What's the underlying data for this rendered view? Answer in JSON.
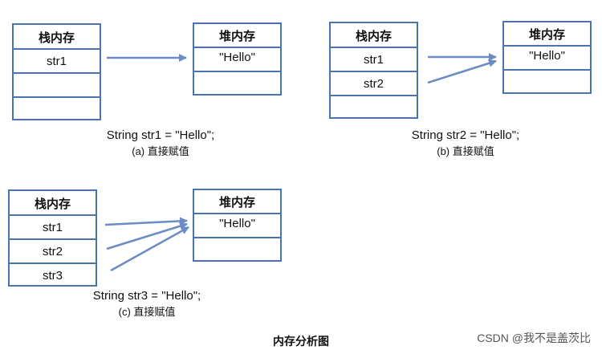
{
  "diagram_a": {
    "stack_title": "栈内存",
    "stack_cells": [
      "str1",
      "",
      ""
    ],
    "heap_title": "堆内存",
    "heap_cells": [
      "\"Hello\"",
      ""
    ],
    "code": "String str1 = \"Hello\";",
    "label": "(a) 直接赋值"
  },
  "diagram_b": {
    "stack_title": "栈内存",
    "stack_cells": [
      "str1",
      "str2",
      ""
    ],
    "heap_title": "堆内存",
    "heap_cells": [
      "\"Hello\"",
      ""
    ],
    "code": "String str2 = \"Hello\";",
    "label": "(b) 直接赋值"
  },
  "diagram_c": {
    "stack_title": "栈内存",
    "stack_cells": [
      "str1",
      "str2",
      "str3"
    ],
    "heap_title": "堆内存",
    "heap_cells": [
      "\"Hello\"",
      ""
    ],
    "code": "String str3 = \"Hello\";",
    "label": "(c) 直接赋值"
  },
  "figure_title": "内存分析图",
  "watermark": "CSDN @我不是盖茨比",
  "colors": {
    "border": "#4a74b0",
    "arrow": "#6b8cc4"
  }
}
